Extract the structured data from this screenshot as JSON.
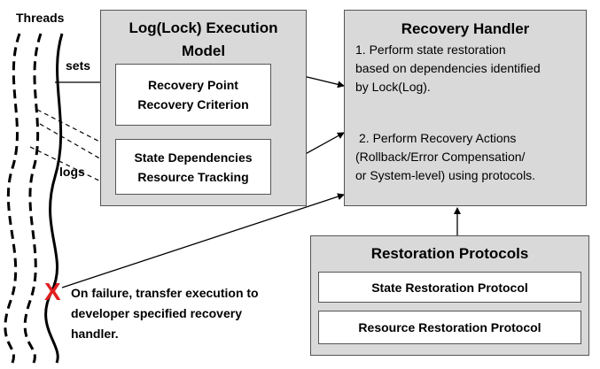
{
  "threads_label": "Threads",
  "sets_label": "sets",
  "logs_label": "logs",
  "execution_model": {
    "title_lines": [
      "Log(Lock) Execution",
      "Model"
    ],
    "recovery_point_lines": [
      "Recovery Point",
      "Recovery Criterion"
    ],
    "state_deps_lines": [
      "State Dependencies",
      "Resource Tracking"
    ]
  },
  "recovery_handler": {
    "title": "Recovery Handler",
    "step1_lines": [
      "1. Perform state restoration",
      "based on dependencies identified",
      "by Lock(Log)."
    ],
    "step2_lines": [
      "2. Perform Recovery Actions",
      "(Rollback/Error Compensation/",
      "or System-level) using protocols."
    ]
  },
  "restoration_protocols": {
    "title": "Restoration Protocols",
    "state_protocol": "State Restoration Protocol",
    "resource_protocol": "Resource Restoration Protocol"
  },
  "failure": {
    "marker": "X",
    "marker_color": "#e02020",
    "text_lines": [
      "On failure, transfer execution to",
      "developer specified recovery",
      "handler."
    ]
  }
}
